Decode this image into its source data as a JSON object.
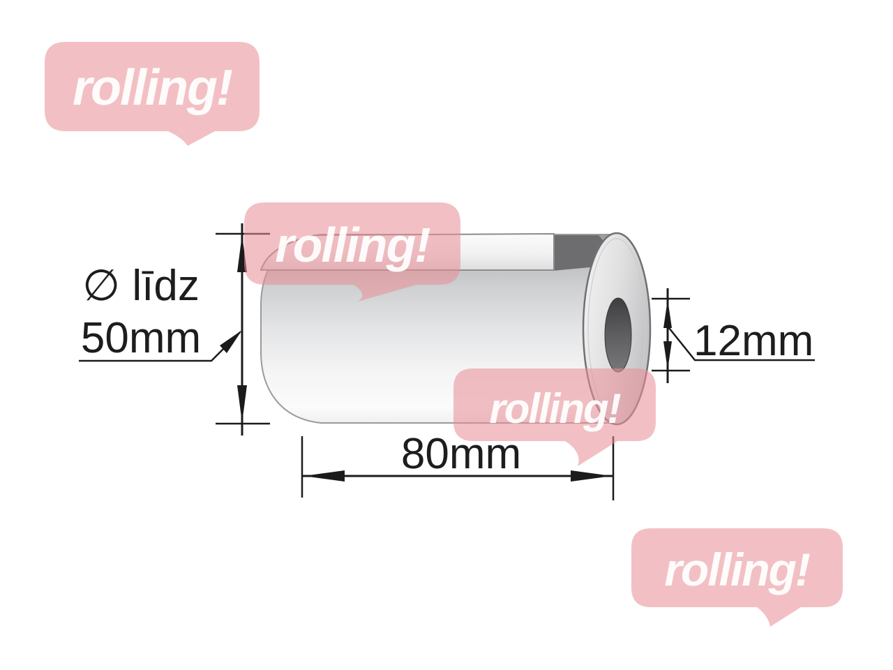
{
  "watermarks": {
    "bubble_color": "#e88f96",
    "text_color": "#ffffff",
    "instances": [
      {
        "label": "rolling!"
      },
      {
        "label": "rolling!"
      },
      {
        "label": "rolling!"
      },
      {
        "label": "rolling!"
      }
    ]
  },
  "dimensions": {
    "diameter": {
      "line1": "∅ līdz",
      "line2": "50mm"
    },
    "core_diameter": "12mm",
    "roll_width": "80mm"
  },
  "drawing": {
    "line_color": "#1b1b1b",
    "subject": "paper-roll"
  }
}
